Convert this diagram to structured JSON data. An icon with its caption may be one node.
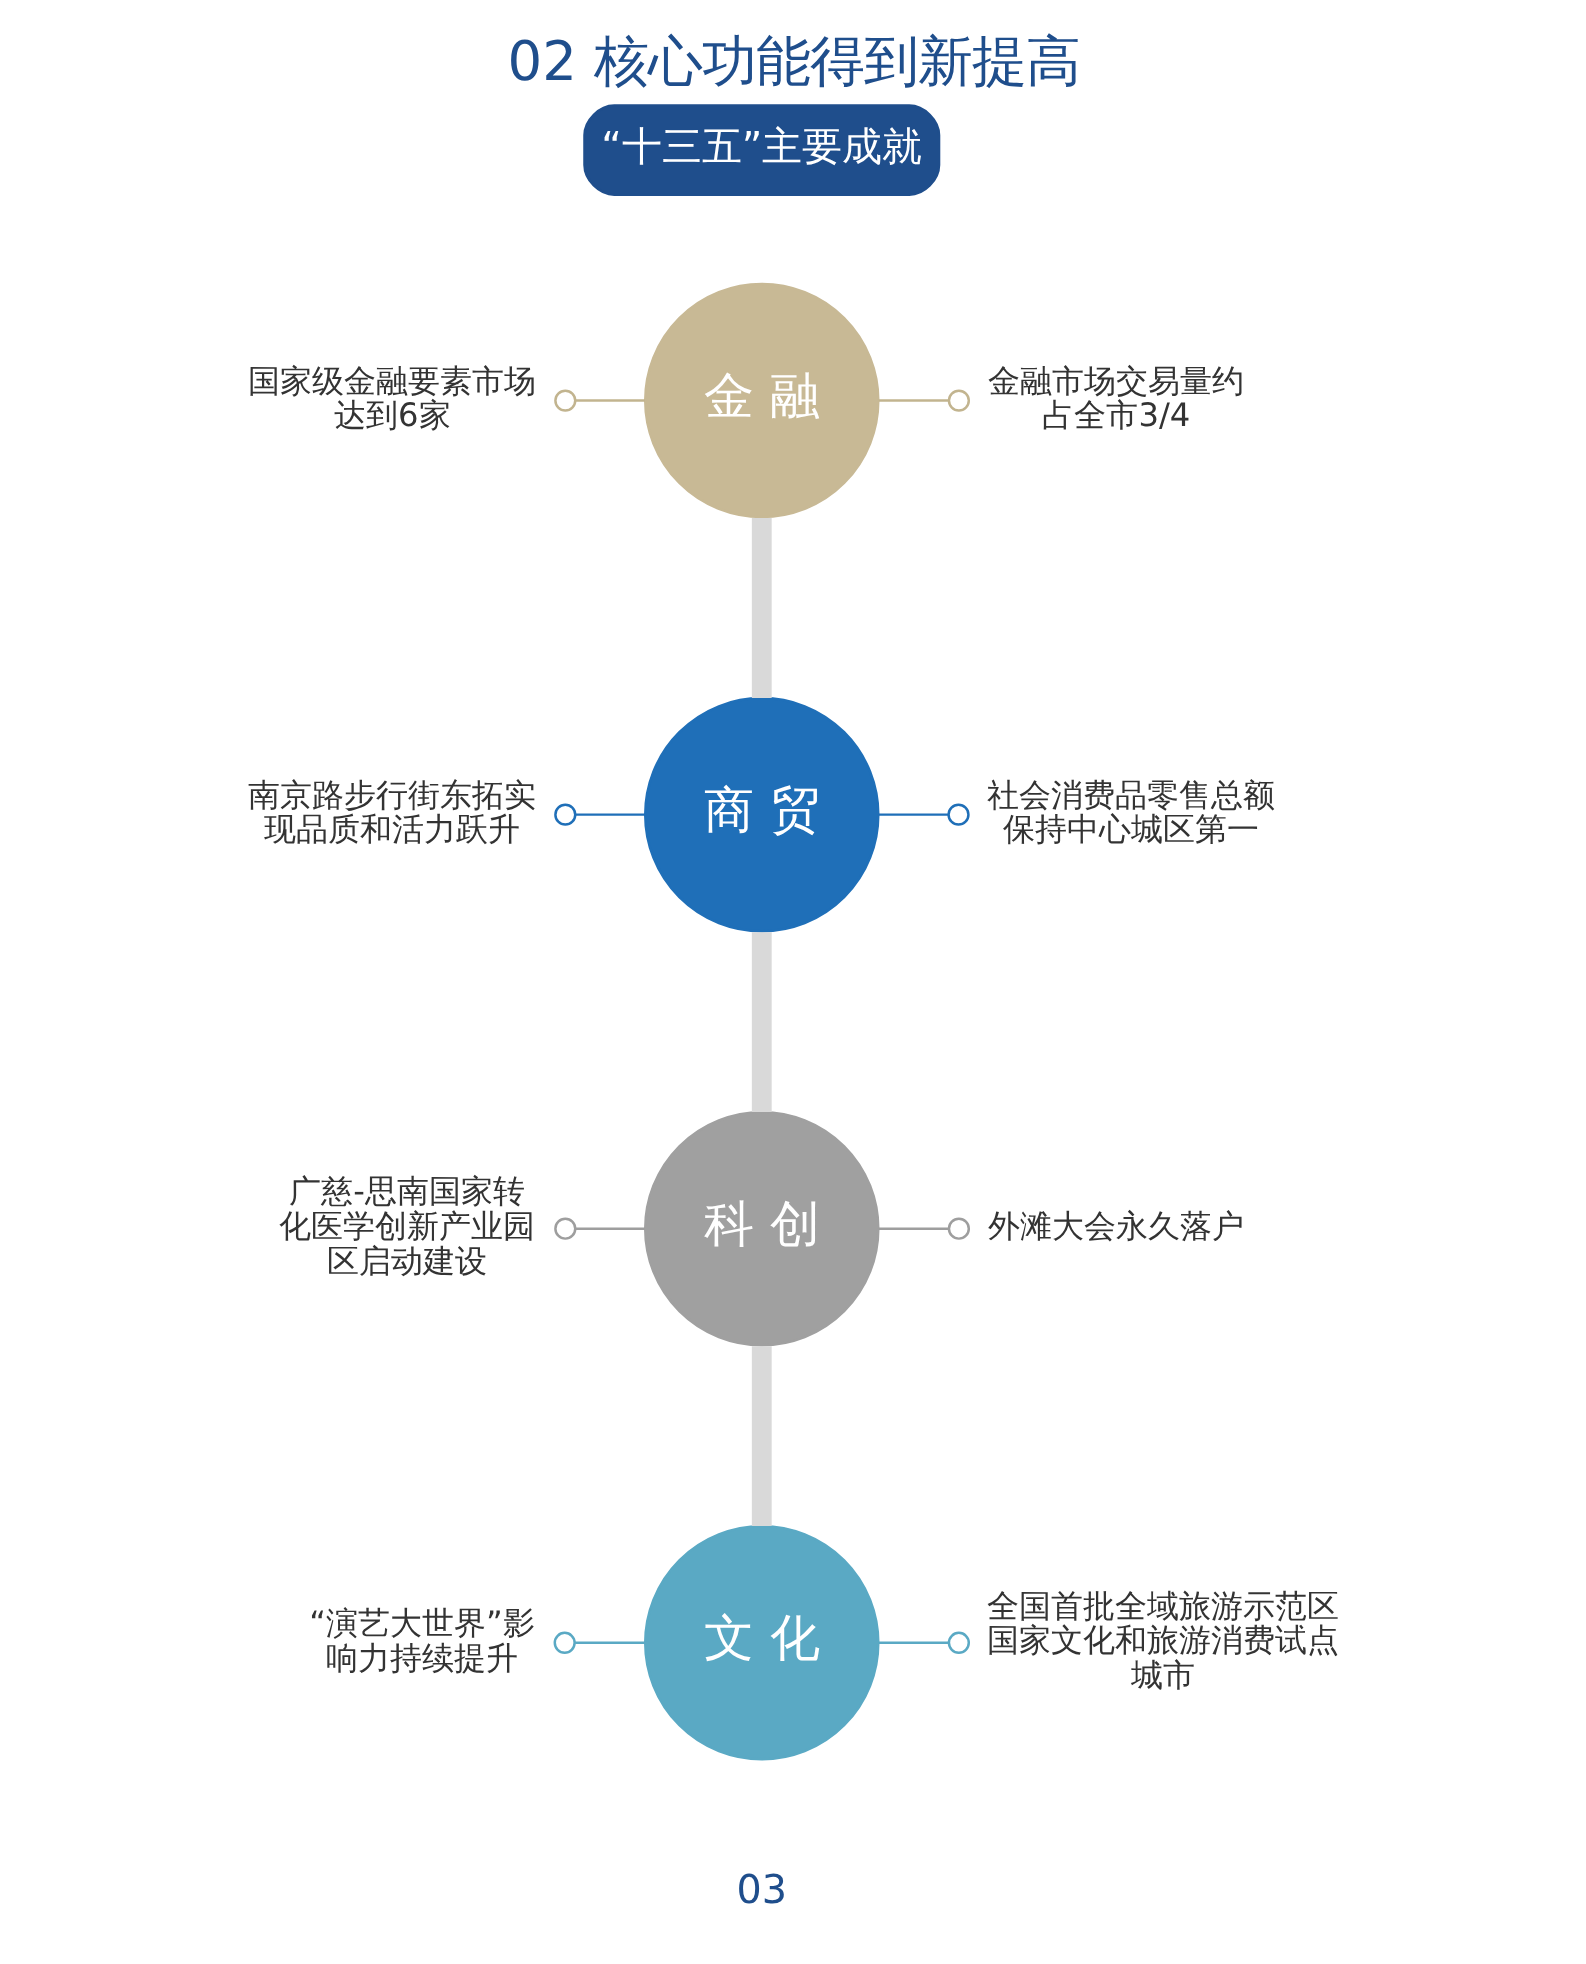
{
  "diagram": {
    "title": "02 核心功能得到新提高",
    "nodes": [
      {
        "text": [
          "国家级金融要素市场达到6家"
        ]
      },
      {
        "text": [
          "金 融"
        ]
      },
      {
        "text": [
          "金融市场交易量约占全市3/4"
        ]
      },
      {
        "text": [
          "南京路步行街东拓实现品质和活力跃升"
        ]
      },
      {
        "text": [
          "商 贸"
        ]
      },
      {
        "text": [
          "社会消费品零售总额保持中心城区第一"
        ]
      },
      {
        "text": [
          "广慈-思南国家转化医学创新产业园区启动建设"
        ]
      },
      {
        "text": [
          "科 创"
        ]
      },
      {
        "text": [
          "外滩大会永久落户"
        ]
      },
      {
        "text": [
          "“演艺大世界”影响力持续提升"
        ]
      },
      {
        "text": [
          "文 化"
        ]
      },
      {
        "text": [
          "全国首批全域旅游示范区国家文化和旅游消费试点城市"
        ]
      }
    ],
    "edges": [
      {
        "from": 1,
        "to": 0,
        "arrow": "other",
        "color": "#c2b48f"
      },
      {
        "from": 1,
        "to": 2,
        "arrow": "other",
        "color": "#c2b48f"
      },
      {
        "from": 4,
        "to": 3,
        "arrow": "other",
        "color": "#1f6fb8"
      },
      {
        "from": 4,
        "to": 5,
        "arrow": "other",
        "color": "#1f6fb8"
      },
      {
        "from": 7,
        "to": 6,
        "arrow": "other",
        "color": "#9e9e9e"
      },
      {
        "from": 7,
        "to": 8,
        "arrow": "other",
        "color": "#9e9e9e"
      },
      {
        "from": 10,
        "to": 9,
        "arrow": "other",
        "color": "#5aa9c4"
      },
      {
        "from": 10,
        "to": 11,
        "arrow": "other",
        "color": "#5aa9c4"
      },
      {
        "from": 1,
        "to": 4,
        "arrow": "none",
        "style": "thick",
        "color": "#d9d9d9"
      },
      {
        "from": 4,
        "to": 7,
        "arrow": "none",
        "style": "thick",
        "color": "#d9d9d9"
      },
      {
        "from": 7,
        "to": 10,
        "arrow": "none",
        "style": "thick",
        "color": "#d9d9d9"
      }
    ],
    "labels": [
      "“十三五”主要成就",
      "03"
    ]
  }
}
